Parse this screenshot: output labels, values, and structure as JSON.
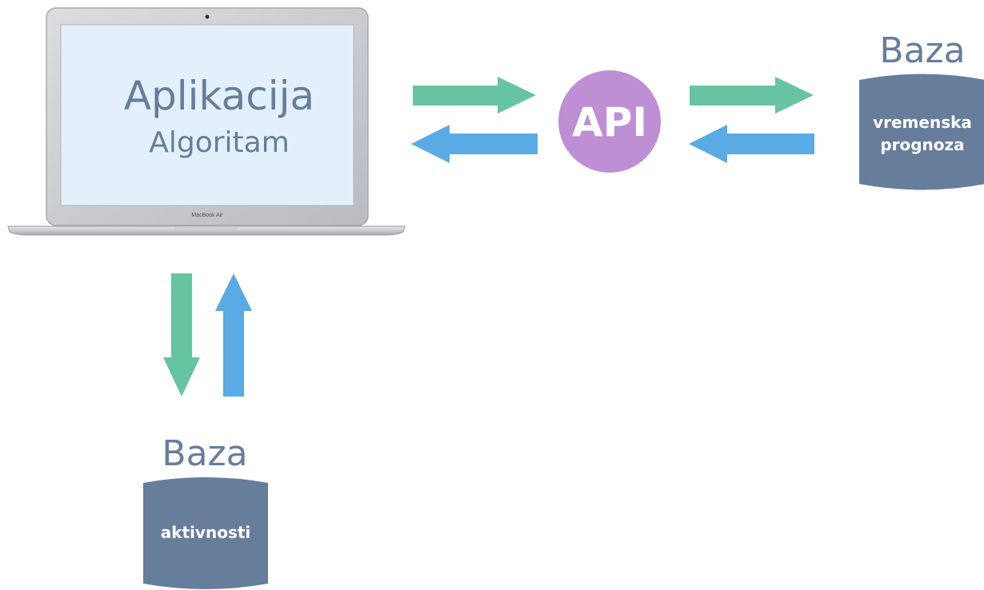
{
  "laptop": {
    "screen_title": "Aplikacija",
    "screen_subtitle": "Algoritam",
    "brand": "MacBook Air"
  },
  "api": {
    "label": "API"
  },
  "db_weather": {
    "title": "Baza",
    "line1": "vremenska",
    "line2": "prognoza"
  },
  "db_activities": {
    "title": "Baza",
    "label": "aktivnosti"
  },
  "colors": {
    "request_arrow": "#66c4a0",
    "response_arrow": "#5aaae3",
    "api_circle": "#be8fd4",
    "database": "#677d9c",
    "text": "#677d9c",
    "screen": "#e3f0fc"
  }
}
